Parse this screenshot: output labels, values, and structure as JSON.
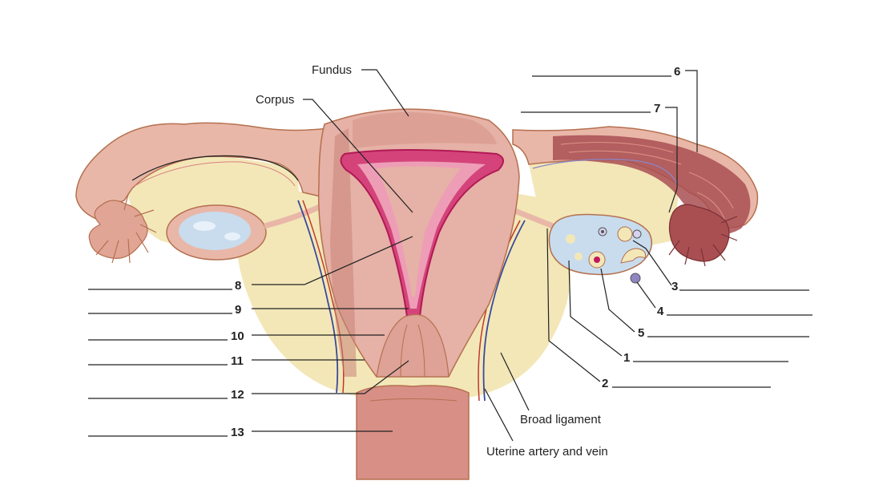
{
  "labels": {
    "fundus": "Fundus",
    "corpus": "Corpus",
    "broad_ligament": "Broad ligament",
    "uterine_vessels": "Uterine artery and vein"
  },
  "numbers": {
    "n1": "1",
    "n2": "2",
    "n3": "3",
    "n4": "4",
    "n5": "5",
    "n6": "6",
    "n7": "7",
    "n8": "8",
    "n9": "9",
    "n10": "10",
    "n11": "11",
    "n12": "12",
    "n13": "13"
  },
  "colors": {
    "muscle": "#e6b1a6",
    "muscle_dark": "#c98378",
    "endometrium": "#c2185b",
    "ligament": "#f3e7b8",
    "tube": "#e9b7a8",
    "tube_outline": "#b5704f",
    "ovary": "#c8dced",
    "ampulla_dark": "#a94f52",
    "artery": "#c0392b",
    "vein": "#3b4a9a"
  }
}
